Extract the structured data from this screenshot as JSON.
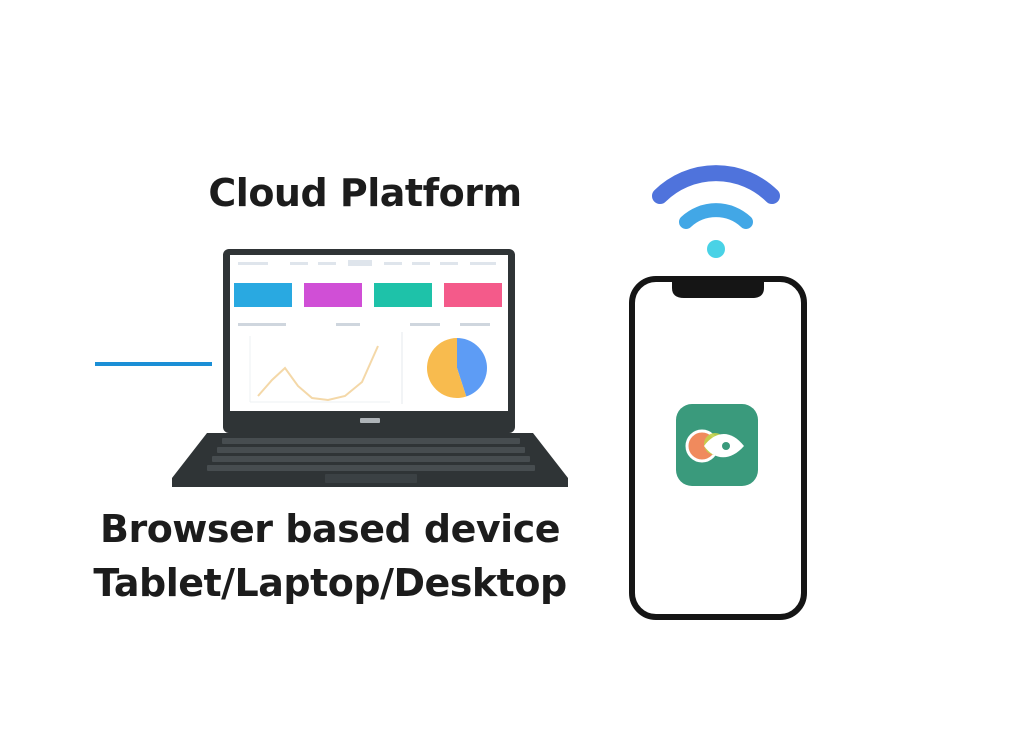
{
  "cloud_platform": {
    "title": "Cloud Platform"
  },
  "browser_device": {
    "line1": "Browser based device",
    "line2": "Tablet/Laptop/Desktop"
  },
  "laptop": {
    "dashboard_cards": [
      {
        "color": "#29a9e1"
      },
      {
        "color": "#d04fd6"
      },
      {
        "color": "#1ec2a9"
      },
      {
        "color": "#f45a8a"
      }
    ],
    "pie_slices": [
      {
        "value": 0.45,
        "color": "#5d9cf5"
      },
      {
        "value": 0.55,
        "color": "#f8bb4e"
      }
    ]
  },
  "colors": {
    "connector_line": "#1b8fd6",
    "wifi_arc_outer": "#4f73dc",
    "wifi_arc_mid": "#42a7e6",
    "wifi_dot": "#49d2e6",
    "app_icon_bg": "#3a9a7c",
    "laptop_body": "#2f3436"
  },
  "icons": {
    "wifi": "wifi-icon",
    "app": "app-icon"
  }
}
